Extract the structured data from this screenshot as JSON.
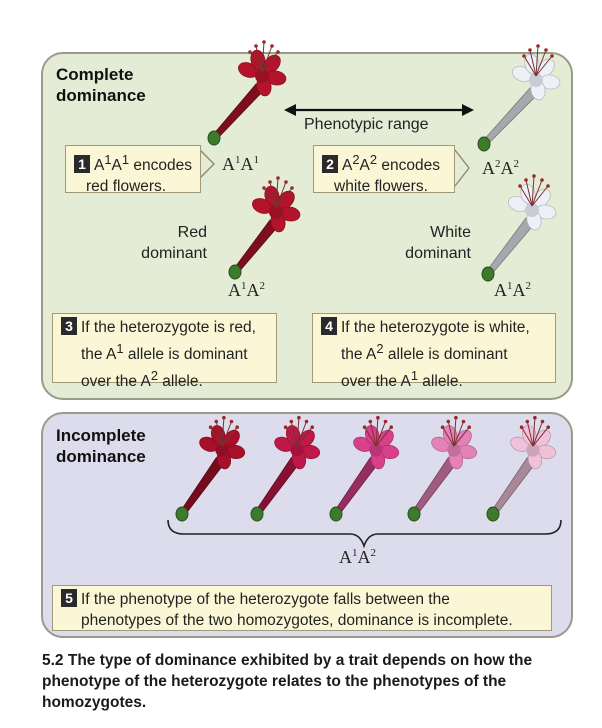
{
  "complete": {
    "title": "Complete\ndominance",
    "phenotypic_range": "Phenotypic range",
    "note1": {
      "num": "1",
      "g1": "A",
      "s1": "1",
      "g2": "A",
      "s2": "1",
      "line1_rest": " encodes",
      "line2": "red flowers."
    },
    "genotype_red": {
      "a": "A",
      "sa": "1",
      "b": "A",
      "sb": "1"
    },
    "note2": {
      "num": "2",
      "g1": "A",
      "s1": "2",
      "g2": "A",
      "s2": "2",
      "line1_rest": " encodes",
      "line2": "white flowers."
    },
    "genotype_white": {
      "a": "A",
      "sa": "2",
      "b": "A",
      "sb": "2"
    },
    "label_red": "Red\ndominant",
    "label_white": "White\ndominant",
    "het_left": {
      "a": "A",
      "sa": "1",
      "b": "A",
      "sb": "2"
    },
    "het_right": {
      "a": "A",
      "sa": "1",
      "b": "A",
      "sb": "2"
    },
    "note3": {
      "num": "3",
      "line1": "If the heterozygote is red,",
      "line2_pre": "the ",
      "line2_g": "A",
      "line2_s": "1",
      "line2_post": " allele is dominant",
      "line3_pre": "over the ",
      "line3_g": "A",
      "line3_s": "2",
      "line3_post": " allele."
    },
    "note4": {
      "num": "4",
      "line1": "If the heterozygote is white,",
      "line2_pre": "the ",
      "line2_g": "A",
      "line2_s": "2",
      "line2_post": " allele is dominant",
      "line3_pre": "over the ",
      "line3_g": "A",
      "line3_s": "1",
      "line3_post": " allele."
    }
  },
  "incomplete": {
    "title": "Incomplete\ndominance",
    "genotype": {
      "a": "A",
      "sa": "1",
      "b": "A",
      "sb": "2"
    },
    "note5": {
      "num": "5",
      "line1": "If the phenotype of the heterozygote falls between the",
      "line2": "phenotypes of the two homozygotes, dominance is incomplete."
    }
  },
  "caption": {
    "fig": "5.2",
    "text": " The type of dominance exhibited by a trait depends on how the phenotype of the heterozygote relates to the phenotypes of the homozygotes."
  },
  "colors": {
    "red_flower": "#b3142c",
    "white_flower": "#eef0f8",
    "gradient": [
      "#a8102a",
      "#c01848",
      "#d8408a",
      "#e482b8",
      "#f0c2da"
    ],
    "panel_green": "#e4ecd6",
    "panel_lavender": "#dcdcec",
    "note_fill": "#fbf7d6"
  }
}
